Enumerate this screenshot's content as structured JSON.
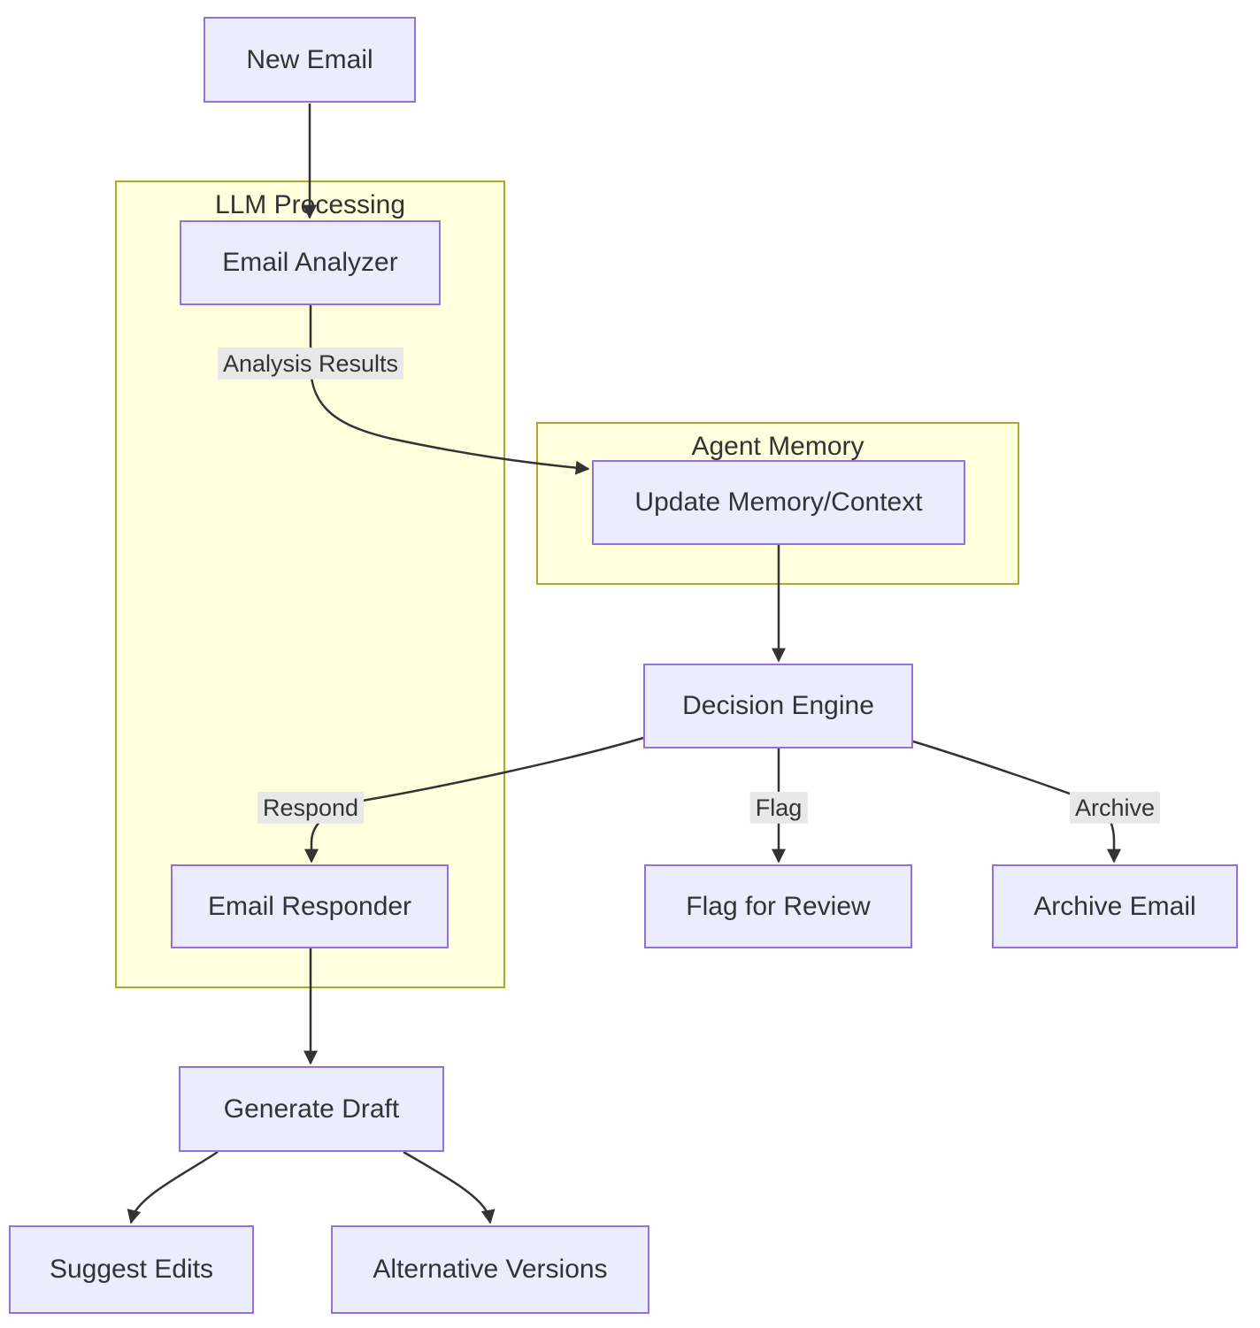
{
  "colors": {
    "background": "#ffffff",
    "node_fill": "#ECECFF",
    "node_border": "#9370DB",
    "subgraph_fill": "#ffffde",
    "subgraph_border": "#aaaa33",
    "edge": "#333333",
    "edge_label_bg": "#e8e8e8",
    "text": "#333333"
  },
  "diagram": {
    "type": "flowchart",
    "direction": "top-down",
    "subgraphs": [
      {
        "id": "llm-processing",
        "label": "LLM Processing"
      },
      {
        "id": "agent-memory",
        "label": "Agent Memory"
      }
    ],
    "nodes": [
      {
        "id": "new-email",
        "label": "New Email"
      },
      {
        "id": "email-analyzer",
        "label": "Email Analyzer",
        "subgraph": "llm-processing"
      },
      {
        "id": "update-memory-context",
        "label": "Update Memory/Context",
        "subgraph": "agent-memory"
      },
      {
        "id": "decision-engine",
        "label": "Decision Engine"
      },
      {
        "id": "email-responder",
        "label": "Email Responder",
        "subgraph": "llm-processing"
      },
      {
        "id": "flag-for-review",
        "label": "Flag for Review"
      },
      {
        "id": "archive-email",
        "label": "Archive Email"
      },
      {
        "id": "generate-draft",
        "label": "Generate Draft"
      },
      {
        "id": "suggest-edits",
        "label": "Suggest Edits"
      },
      {
        "id": "alternative-versions",
        "label": "Alternative Versions"
      }
    ],
    "edges": [
      {
        "from": "new-email",
        "to": "email-analyzer",
        "label": ""
      },
      {
        "from": "email-analyzer",
        "to": "update-memory-context",
        "label": "Analysis Results"
      },
      {
        "from": "update-memory-context",
        "to": "decision-engine",
        "label": ""
      },
      {
        "from": "decision-engine",
        "to": "email-responder",
        "label": "Respond"
      },
      {
        "from": "decision-engine",
        "to": "flag-for-review",
        "label": "Flag"
      },
      {
        "from": "decision-engine",
        "to": "archive-email",
        "label": "Archive"
      },
      {
        "from": "email-responder",
        "to": "generate-draft",
        "label": ""
      },
      {
        "from": "generate-draft",
        "to": "suggest-edits",
        "label": ""
      },
      {
        "from": "generate-draft",
        "to": "alternative-versions",
        "label": ""
      }
    ]
  }
}
